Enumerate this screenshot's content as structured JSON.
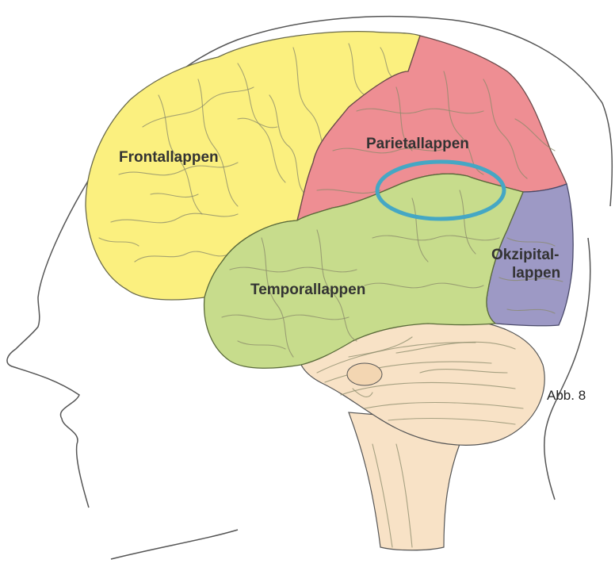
{
  "labels": {
    "frontal": "Frontallappen",
    "parietal": "Parietallappen",
    "occipital_line1": "Okzipital-",
    "occipital_line2": "lappen",
    "temporal": "Temporallappen"
  },
  "caption": "Abb. 8",
  "colors": {
    "frontal": "#fbf07f",
    "parietal": "#ee8e93",
    "temporal": "#c7dc8c",
    "occipital": "#9d99c5",
    "cerebellum": "#f8e2c6",
    "highlight_ellipse": "#45a7c4",
    "head_outline": "#666666"
  }
}
